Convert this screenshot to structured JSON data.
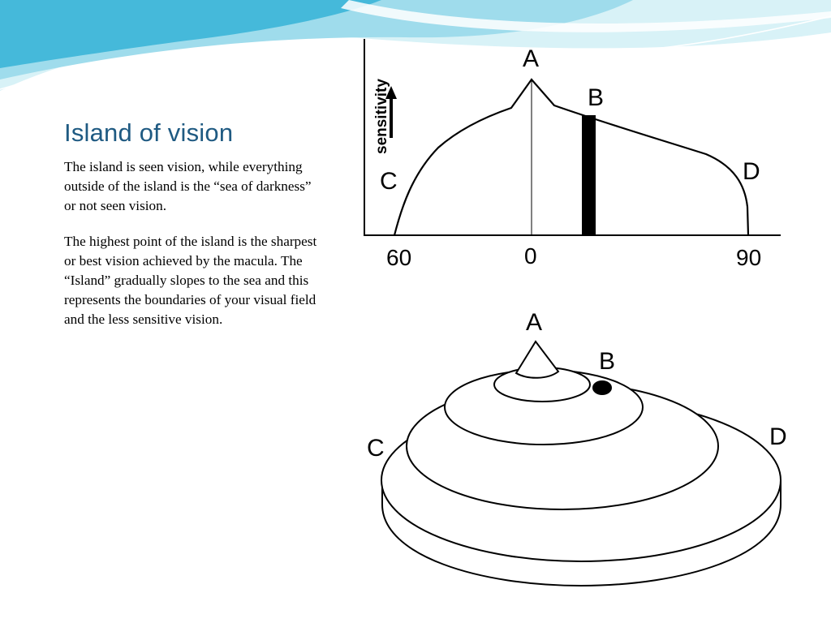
{
  "slide": {
    "title": "Island of vision",
    "paragraphs": [
      "The island is seen vision, while everything outside of the island is the “sea of darkness” or not seen vision.",
      "The highest point of the island is the sharpest or best vision achieved by the macula. The “Island” gradually slopes to the sea and this represents the boundaries of your visual field and the less sensitive vision."
    ]
  },
  "graph": {
    "axis_label": "sensitivity",
    "points": {
      "a": "A",
      "b": "B",
      "c": "C",
      "d": "D"
    },
    "ticks": {
      "left": "60",
      "center": "0",
      "right": "90"
    }
  },
  "island": {
    "points": {
      "a": "A",
      "b": "B",
      "c": "C",
      "d": "D"
    }
  },
  "colors": {
    "title": "#1f5a82",
    "wave_light": "#cfeef5",
    "wave_mid": "#8fd8ea",
    "wave_dark": "#3fb6d8"
  }
}
